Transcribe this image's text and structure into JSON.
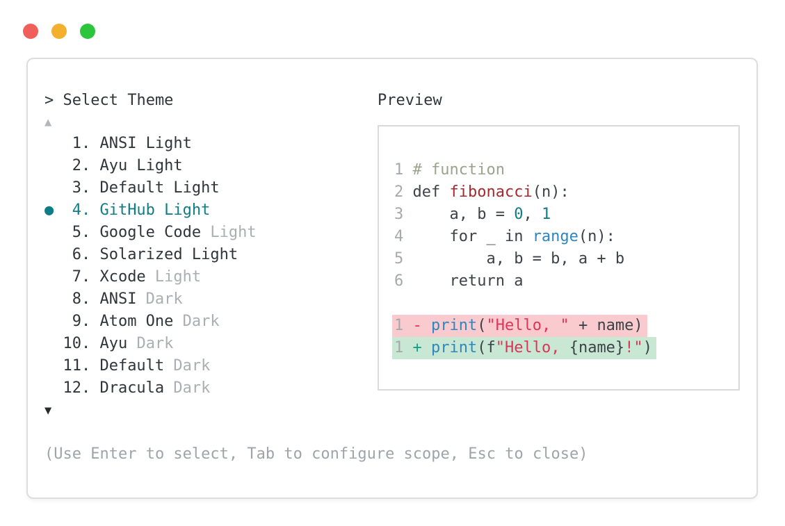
{
  "window_controls": {
    "close_color": "#f15f5a",
    "minimize_color": "#f2b02e",
    "zoom_color": "#2ec53e"
  },
  "theme_selector": {
    "title": "> Select Theme",
    "scroll_up_icon": "▲",
    "scroll_down_icon": "▼",
    "selected_bullet_icon": "●",
    "selected_number": "4",
    "items": [
      {
        "number": "1",
        "name": "ANSI Light",
        "muted": "",
        "selected": false
      },
      {
        "number": "2",
        "name": "Ayu Light",
        "muted": "",
        "selected": false
      },
      {
        "number": "3",
        "name": "Default Light",
        "muted": "",
        "selected": false
      },
      {
        "number": "4",
        "name": "GitHub Light",
        "muted": "",
        "selected": true
      },
      {
        "number": "5",
        "name": "Google Code",
        "muted": "Light",
        "selected": false
      },
      {
        "number": "6",
        "name": "Solarized Light",
        "muted": "",
        "selected": false
      },
      {
        "number": "7",
        "name": "Xcode",
        "muted": "Light",
        "selected": false
      },
      {
        "number": "8",
        "name": "ANSI",
        "muted": "Dark",
        "selected": false
      },
      {
        "number": "9",
        "name": "Atom One",
        "muted": "Dark",
        "selected": false
      },
      {
        "number": "10",
        "name": "Ayu",
        "muted": "Dark",
        "selected": false
      },
      {
        "number": "11",
        "name": "Default",
        "muted": "Dark",
        "selected": false
      },
      {
        "number": "12",
        "name": "Dracula",
        "muted": "Dark",
        "selected": false
      }
    ]
  },
  "preview": {
    "title": "Preview",
    "code_lines": [
      {
        "num": "1",
        "tokens": [
          [
            "comment",
            "# function"
          ]
        ]
      },
      {
        "num": "2",
        "tokens": [
          [
            "code",
            "def "
          ],
          [
            "func",
            "fibonacci"
          ],
          [
            "code",
            "(n):"
          ]
        ]
      },
      {
        "num": "3",
        "tokens": [
          [
            "code",
            "    a, b = "
          ],
          [
            "num",
            "0"
          ],
          [
            "code",
            ", "
          ],
          [
            "num",
            "1"
          ]
        ]
      },
      {
        "num": "4",
        "tokens": [
          [
            "code",
            "    for _ in "
          ],
          [
            "builtin",
            "range"
          ],
          [
            "code",
            "(n):"
          ]
        ]
      },
      {
        "num": "5",
        "tokens": [
          [
            "code",
            "        a, b = b, a + b"
          ]
        ]
      },
      {
        "num": "6",
        "tokens": [
          [
            "code",
            "    return a"
          ]
        ]
      }
    ],
    "diff_lines": [
      {
        "num": "1",
        "kind": "removed",
        "tokens": [
          [
            "sign-rm",
            "- "
          ],
          [
            "builtin",
            "print"
          ],
          [
            "code",
            "("
          ],
          [
            "str",
            "\"Hello, \""
          ],
          [
            "code",
            " + name)"
          ]
        ]
      },
      {
        "num": "1",
        "kind": "added",
        "tokens": [
          [
            "sign-add",
            "+ "
          ],
          [
            "builtin",
            "print"
          ],
          [
            "code",
            "(f"
          ],
          [
            "str",
            "\"Hello, "
          ],
          [
            "code",
            "{name}"
          ],
          [
            "str",
            "!\""
          ],
          [
            "code",
            ")"
          ]
        ]
      }
    ]
  },
  "footer": {
    "hint": "(Use Enter to select, Tab to configure scope, Esc to close)"
  },
  "colors": {
    "selection_teal": "#0f7d87",
    "comment_green": "#9ba38c",
    "function_red": "#a5292e",
    "number_teal": "#0f7d87",
    "builtin_blue": "#2e86c1",
    "string_crimson": "#dc3558",
    "diff_removed_bg": "#f9cbcf",
    "diff_added_bg": "#c8e8d4",
    "diff_removed_sign": "#dc3558",
    "diff_added_sign": "#14a085",
    "muted_gray": "#abaeb3",
    "dark_text": "#2f353a"
  }
}
